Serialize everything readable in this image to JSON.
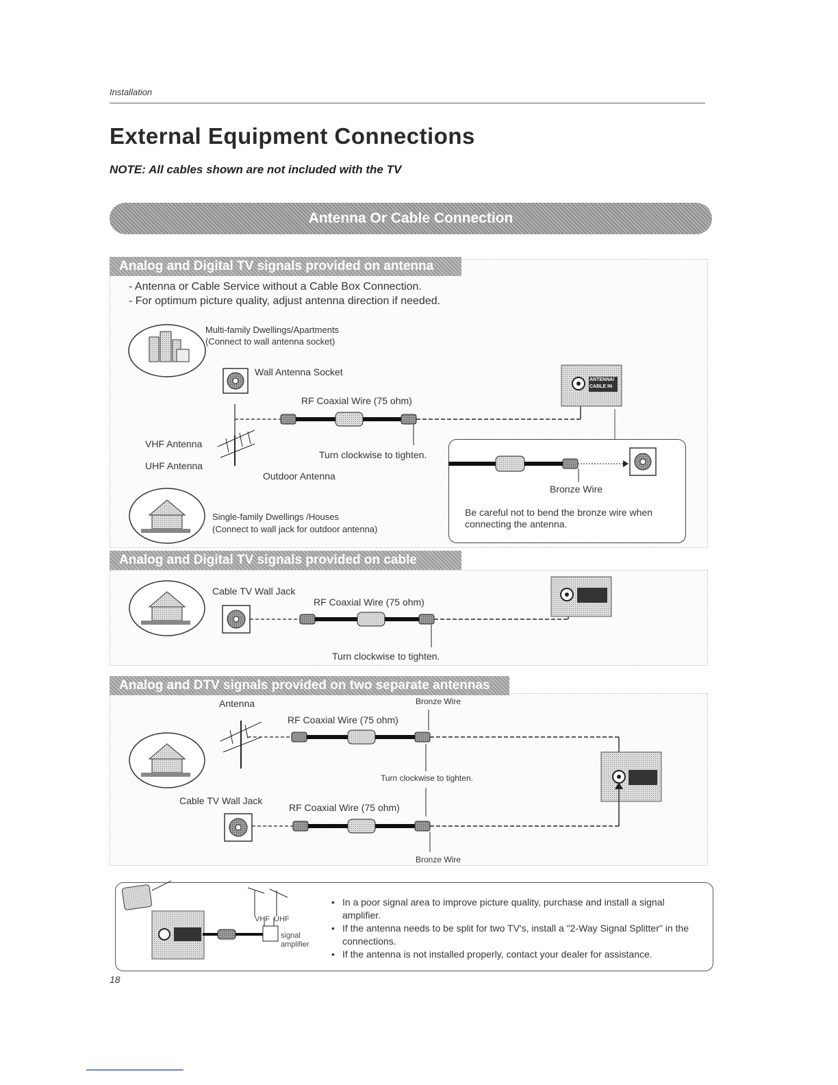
{
  "header": {
    "section": "Installation",
    "page_number": "18"
  },
  "title": "External Equipment Connections",
  "note": "NOTE:   All cables shown are not included with the TV",
  "banner": "Antenna Or Cable Connection",
  "s1": {
    "heading": "Analog and Digital TV signals provided on antenna",
    "bullet1": "-  Antenna or Cable Service without a Cable Box Connection.",
    "bullet2": "-  For optimum picture quality, adjust antenna direction if needed.",
    "multi_family": "Multi-family Dwellings/Apartments",
    "multi_family_sub": "(Connect to wall antenna socket)",
    "wall_socket": "Wall Antenna Socket",
    "rf_wire": "RF Coaxial Wire (75 ohm)",
    "vhf": "VHF Antenna",
    "uhf": "UHF Antenna",
    "turn": "Turn clockwise to tighten.",
    "outdoor": "Outdoor Antenna",
    "bronze": "Bronze Wire",
    "caution": "Be careful not to bend the bronze wire when connecting the antenna.",
    "single_family": "Single-family Dwellings /Houses",
    "single_family_sub": "(Connect to wall jack for outdoor antenna)",
    "port_label_1": "ANTENNA/",
    "port_label_2": "CABLE IN"
  },
  "s2": {
    "heading": "Analog and Digital TV signals provided on cable",
    "wall_jack": "Cable TV Wall Jack",
    "rf_wire": "RF Coaxial Wire (75 ohm)",
    "turn": "Turn clockwise to tighten."
  },
  "s3": {
    "heading": "Analog and DTV signals provided on two separate antennas",
    "antenna": "Antenna",
    "bronze_top": "Bronze Wire",
    "rf_wire_top": "RF Coaxial Wire (75 ohm)",
    "turn": "Turn clockwise to tighten.",
    "wall_jack": "Cable TV Wall Jack",
    "rf_wire_bottom": "RF Coaxial Wire (75 ohm)",
    "bronze_bottom": "Bronze Wire"
  },
  "tips": {
    "vhf": "VHF",
    "uhf": "UHF",
    "amp": "signal amplifier",
    "items": [
      "In a poor signal area to improve picture quality, purchase and install a signal amplifier.",
      "If the antenna needs to be split for two TV's, install a \"2-Way Signal Splitter\" in the connections.",
      "If the antenna is not installed properly, contact your dealer for assistance."
    ]
  }
}
